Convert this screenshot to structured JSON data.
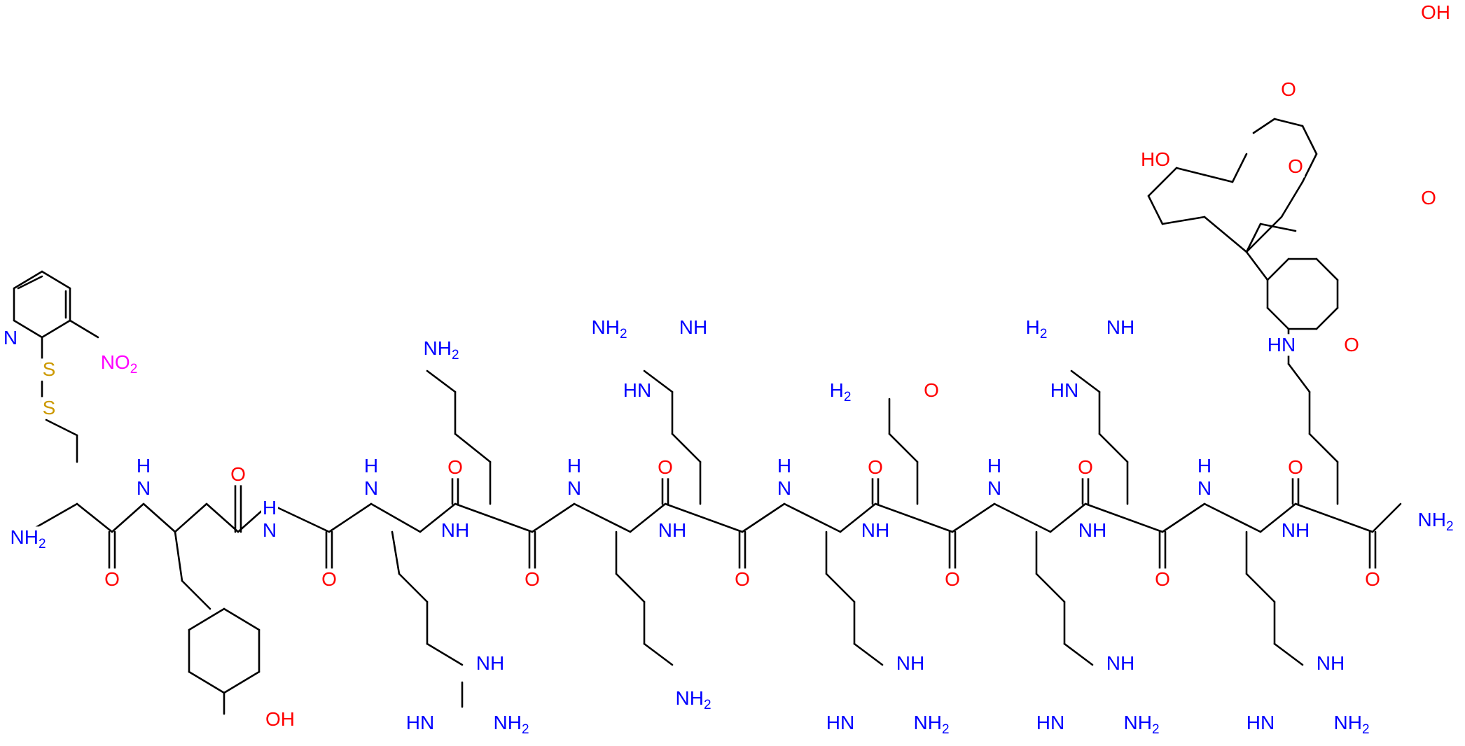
{
  "colors": {
    "bond": "#000000",
    "nitrogen": "#0000ff",
    "oxygen": "#ff0000",
    "sulfur": "#cc9900",
    "nitro": "#ff00ff"
  },
  "molecule": {
    "atom_labels": [
      {
        "id": "pyr_N",
        "text": "N",
        "color": "nitrogen"
      },
      {
        "id": "nitro",
        "text": "NO",
        "sub": "2",
        "color": "nitro"
      },
      {
        "id": "S1",
        "text": "S",
        "color": "sulfur"
      },
      {
        "id": "S2",
        "text": "S",
        "color": "sulfur"
      },
      {
        "id": "cys_NH2",
        "text": "H",
        "sub": "2",
        "pre": "N",
        "color": "nitrogen"
      },
      {
        "id": "cys_O",
        "text": "O",
        "color": "oxygen"
      },
      {
        "id": "tyr_NH",
        "text": "N",
        "sup": "H",
        "color": "nitrogen"
      },
      {
        "id": "tyr_O",
        "text": "O",
        "color": "oxygen"
      },
      {
        "id": "tyr_OH",
        "text": "OH",
        "color": "oxygen"
      },
      {
        "id": "gly_NH",
        "text": "N",
        "sup": "H",
        "color": "nitrogen"
      },
      {
        "id": "gly_O",
        "text": "O",
        "color": "oxygen"
      },
      {
        "id": "arg1_NH",
        "text": "N",
        "sup": "H",
        "color": "nitrogen"
      },
      {
        "id": "arg1_O",
        "text": "O",
        "color": "oxygen"
      },
      {
        "id": "arg1_gNH",
        "text": "NH",
        "color": "nitrogen"
      },
      {
        "id": "arg1_gHN",
        "text": "HN",
        "color": "nitrogen"
      },
      {
        "id": "arg1_gNH2",
        "text": "NH",
        "sub": "2",
        "color": "nitrogen"
      },
      {
        "id": "lys1_NH",
        "text": "H",
        "pre": "N",
        "color": "nitrogen"
      },
      {
        "id": "lys1_O",
        "text": "O",
        "color": "oxygen"
      },
      {
        "id": "lys1_NH2",
        "text": "NH",
        "sub": "2",
        "color": "nitrogen"
      },
      {
        "id": "lys2_NH",
        "text": "N",
        "sup": "H",
        "color": "nitrogen"
      },
      {
        "id": "lys2_O",
        "text": "O",
        "color": "oxygen"
      },
      {
        "id": "lys2_NH2",
        "text": "NH",
        "sub": "2",
        "color": "nitrogen"
      },
      {
        "id": "arg2_NH",
        "text": "H",
        "pre": "N",
        "color": "nitrogen"
      },
      {
        "id": "arg2_O",
        "text": "O",
        "color": "oxygen"
      },
      {
        "id": "arg2_gHN",
        "text": "HN",
        "color": "nitrogen"
      },
      {
        "id": "arg2_gH2N",
        "text": "H",
        "pre": "N",
        "sub": "2",
        "color": "nitrogen"
      },
      {
        "id": "arg2_gNH",
        "text": "NH",
        "color": "nitrogen"
      },
      {
        "id": "arg3_NH",
        "text": "N",
        "sup": "H",
        "color": "nitrogen"
      },
      {
        "id": "arg3_O",
        "text": "O",
        "color": "oxygen"
      },
      {
        "id": "arg3_gNH",
        "text": "NH",
        "color": "nitrogen"
      },
      {
        "id": "arg3_gHN",
        "text": "HN",
        "color": "nitrogen"
      },
      {
        "id": "arg3_gNH2",
        "text": "NH",
        "sub": "2",
        "color": "nitrogen"
      },
      {
        "id": "gln_NH",
        "text": "H",
        "pre": "N",
        "color": "nitrogen"
      },
      {
        "id": "gln_O",
        "text": "O",
        "color": "oxygen"
      },
      {
        "id": "gln_H2N",
        "text": "H",
        "sub": "2",
        "color": "nitrogen"
      },
      {
        "id": "gln_sO",
        "text": "O",
        "color": "oxygen"
      },
      {
        "id": "arg4_NH",
        "text": "N",
        "sup": "H",
        "color": "nitrogen"
      },
      {
        "id": "arg4_O",
        "text": "O",
        "color": "oxygen"
      },
      {
        "id": "arg4_gNH",
        "text": "NH",
        "color": "nitrogen"
      },
      {
        "id": "arg4_gHN",
        "text": "HN",
        "color": "nitrogen"
      },
      {
        "id": "arg4_gNH2",
        "text": "NH",
        "sub": "2",
        "color": "nitrogen"
      },
      {
        "id": "arg5_NH",
        "text": "H",
        "pre": "N",
        "color": "nitrogen"
      },
      {
        "id": "arg5_O",
        "text": "O",
        "color": "oxygen"
      },
      {
        "id": "arg5_gHN",
        "text": "HN",
        "color": "nitrogen"
      },
      {
        "id": "arg5_gH2N",
        "text": "H",
        "sub": "2",
        "color": "nitrogen"
      },
      {
        "id": "arg5_gNH",
        "text": "NH",
        "color": "nitrogen"
      },
      {
        "id": "arg6_NH",
        "text": "N",
        "sup": "H",
        "color": "nitrogen"
      },
      {
        "id": "arg6_O",
        "text": "O",
        "color": "oxygen"
      },
      {
        "id": "arg6_gNH",
        "text": "NH",
        "color": "nitrogen"
      },
      {
        "id": "arg6_gHN",
        "text": "HN",
        "color": "nitrogen"
      },
      {
        "id": "arg6_gNH2",
        "text": "NH",
        "sub": "2",
        "color": "nitrogen"
      },
      {
        "id": "lys3_NH",
        "text": "H",
        "pre": "N",
        "color": "nitrogen"
      },
      {
        "id": "lys3_O",
        "text": "O",
        "color": "oxygen"
      },
      {
        "id": "amide_NH2",
        "text": "NH",
        "sub": "2",
        "color": "nitrogen"
      },
      {
        "id": "lys3_HN",
        "text": "HN",
        "color": "nitrogen"
      },
      {
        "id": "fl_amideO",
        "text": "O",
        "color": "oxygen"
      },
      {
        "id": "fl_lactO",
        "text": "O",
        "color": "oxygen"
      },
      {
        "id": "fl_carbO",
        "text": "O",
        "color": "oxygen"
      },
      {
        "id": "fl_ringO",
        "text": "O",
        "color": "oxygen"
      },
      {
        "id": "fl_OH1",
        "text": "OH",
        "color": "oxygen"
      },
      {
        "id": "fl_OH2",
        "text": "HO",
        "color": "oxygen"
      }
    ]
  }
}
